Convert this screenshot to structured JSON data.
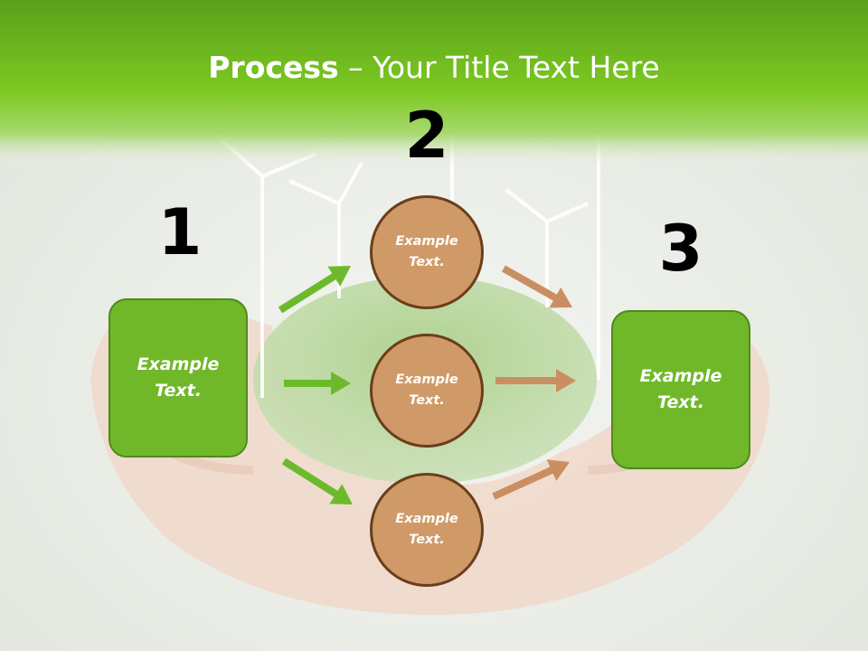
{
  "title": {
    "bold": "Process",
    "rest": " – Your Title Text Here"
  },
  "steps": {
    "one": {
      "number": "1",
      "text": "Example\nText."
    },
    "two": {
      "number": "2"
    },
    "three": {
      "number": "3",
      "text": "Example\nText."
    }
  },
  "circles": [
    {
      "text": "Example\nText."
    },
    {
      "text": "Example\nText."
    },
    {
      "text": "Example\nText."
    }
  ],
  "colors": {
    "header_green": "#78c420",
    "box_green": "#70b82a",
    "circle_tan": "#d09a68",
    "circle_border": "#6b3e1c",
    "arrow_green": "#6cba2c",
    "arrow_tan": "#c98f62"
  }
}
